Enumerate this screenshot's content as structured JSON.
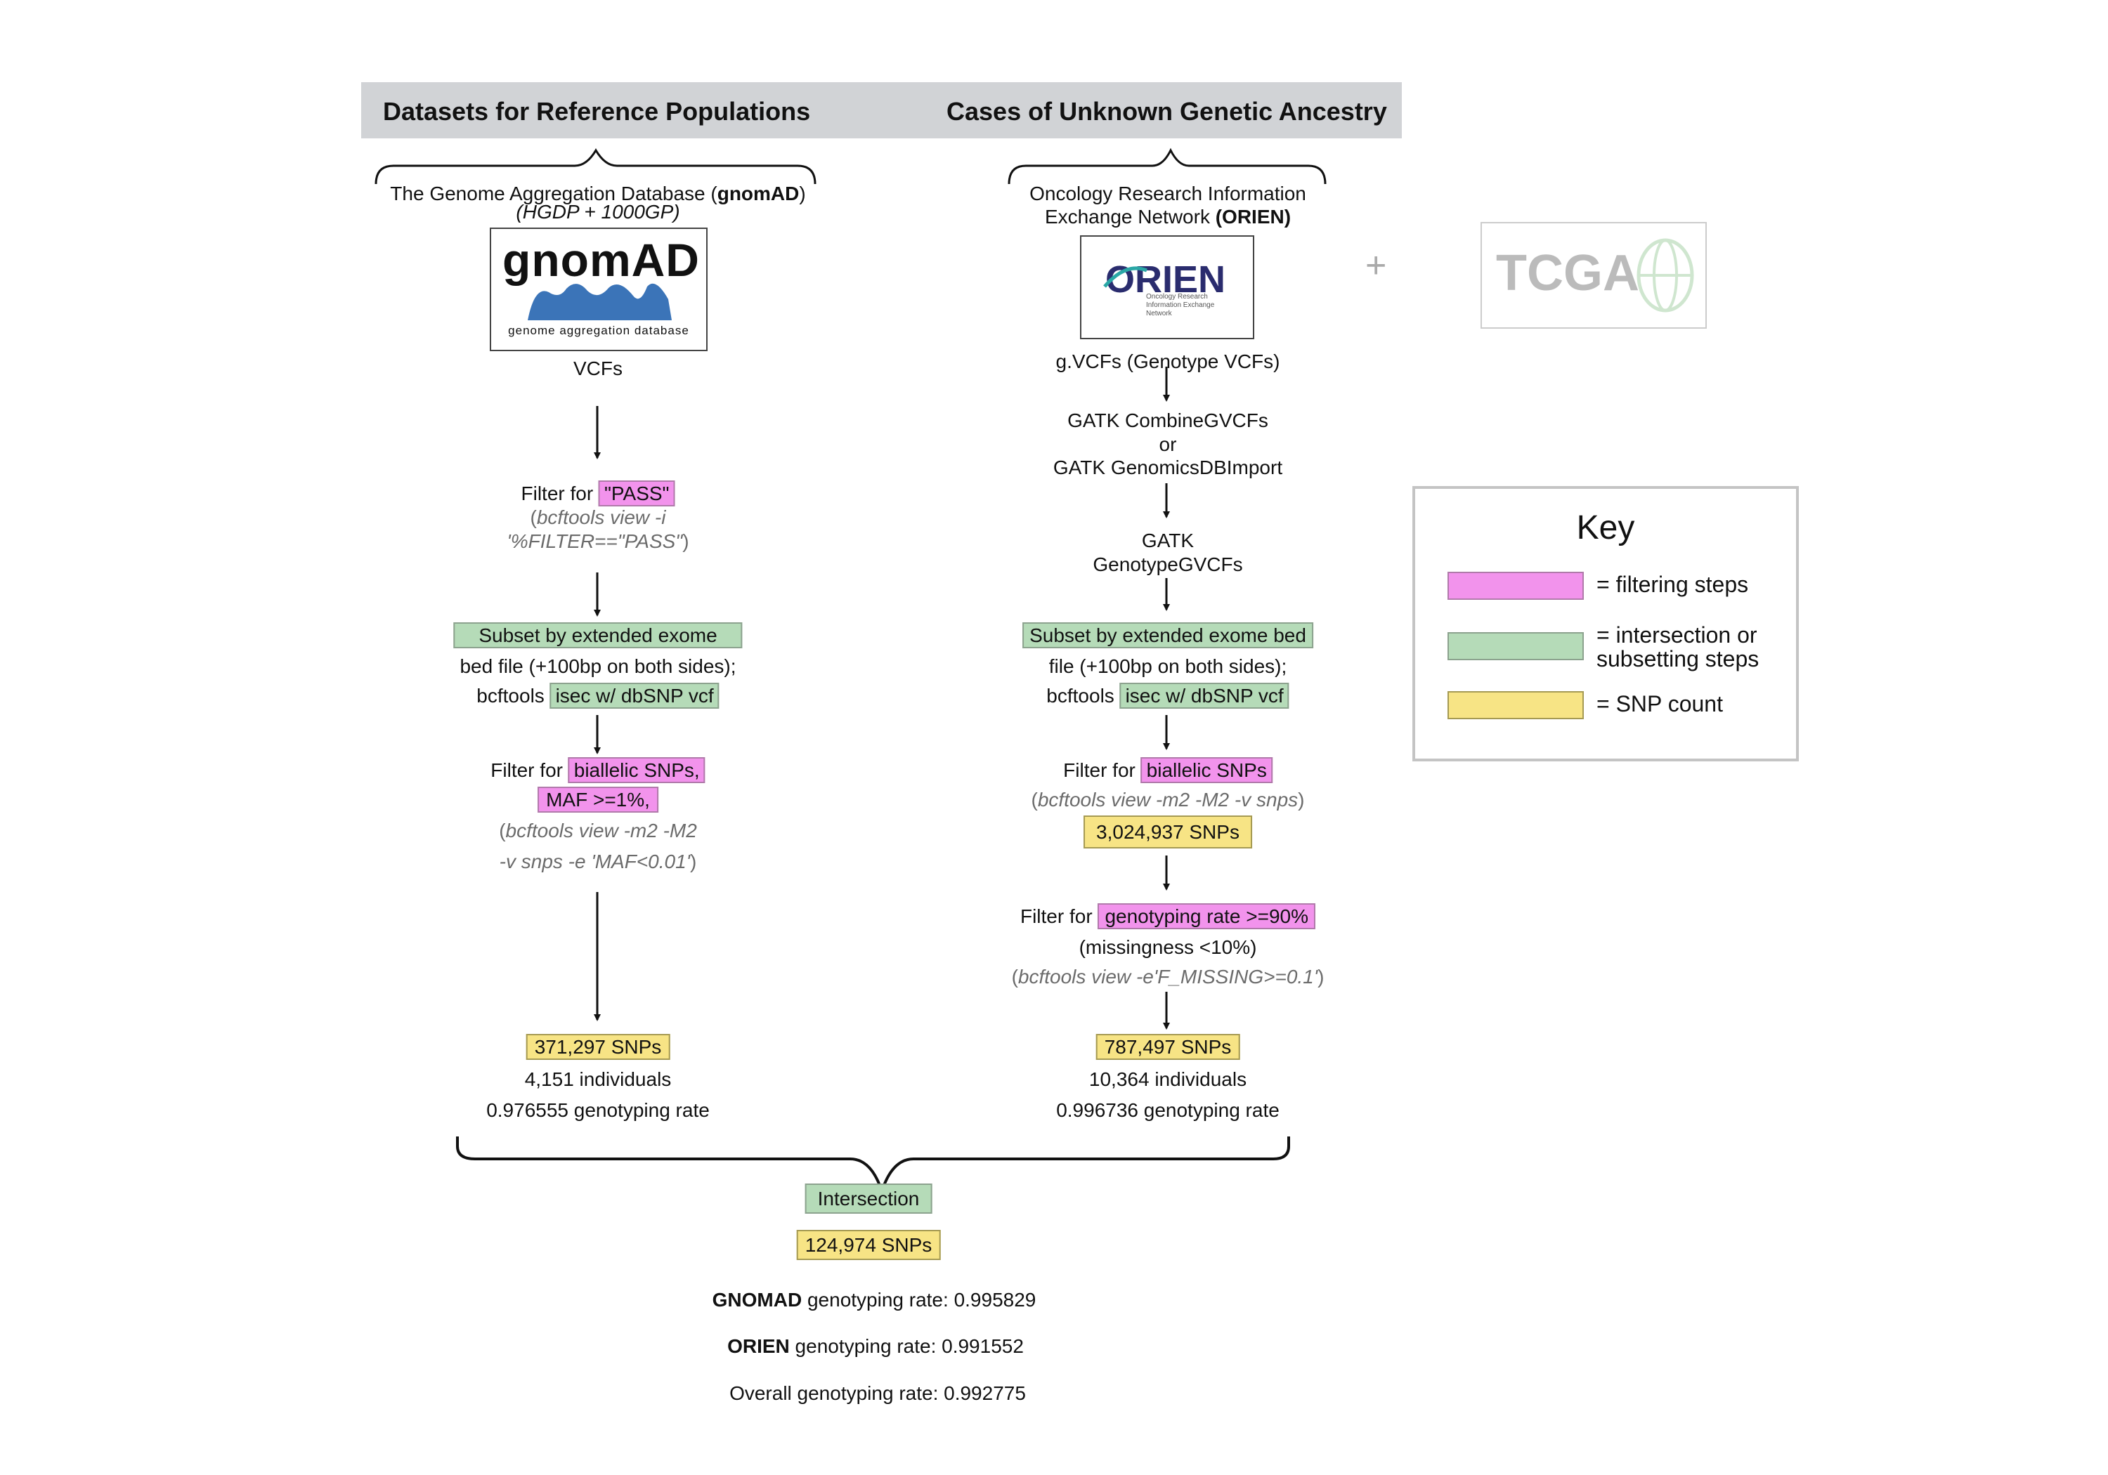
{
  "headers": {
    "left": "Datasets for Reference Populations",
    "right": "Cases of Unknown Genetic Ancestry"
  },
  "colors": {
    "filtering": "#f293ec",
    "intersection": "#b5dbb8",
    "snp_count": "#f7e485",
    "header_band": "#d1d3d6"
  },
  "left": {
    "source_pre": "The Genome Aggregation Database (",
    "source_bold": "gnomAD",
    "source_post": ")",
    "source_sub": "(HGDP + 1000GP)",
    "logo_word": "gnomAD",
    "logo_sub": "genome aggregation database",
    "vcfs": "VCFs",
    "filter_pass_pre": "Filter for ",
    "filter_pass_hl": "\"PASS\"",
    "filter_pass_cmd1_paren": "(",
    "filter_pass_cmd1": "bcftools view -i",
    "filter_pass_cmd2": "'%FILTER==\"PASS\"",
    "filter_pass_cmd2_paren": ")",
    "subset_hl": "Subset by extended exome",
    "subset_line2": "bed file (+100bp on both sides);",
    "subset_line3_pre": "bcftools ",
    "subset_line3_hl": "isec w/ dbSNP vcf",
    "filter_bi_pre": "Filter for ",
    "filter_bi_hl1": "biallelic SNPs,",
    "filter_bi_hl2": "MAF >=1%,",
    "filter_bi_cmd1": "bcftools view -m2 -M2",
    "filter_bi_cmd2": "-v snps -e 'MAF<0.01'",
    "snps": "371,297 SNPs",
    "individuals": "4,151 individuals",
    "rate": "0.976555 genotyping rate"
  },
  "right": {
    "source_line1": "Oncology Research Information",
    "source_line2_pre": "Exchange Network ",
    "source_line2_bold": "(ORIEN)",
    "logo_word": "ORIEN",
    "logo_sub": "Oncology Research Information Exchange Network",
    "gvcfs": "g.VCFs (Genotype VCFs)",
    "combine_1": "GATK CombineGVCFs",
    "combine_2": "or",
    "combine_3": "GATK GenomicsDBImport",
    "genotype_1": "GATK",
    "genotype_2": "GenotypeGVCFs",
    "subset_hl": "Subset by extended exome bed",
    "subset_line2": "file (+100bp on both sides);",
    "subset_line3_pre": "bcftools ",
    "subset_line3_hl": "isec w/ dbSNP vcf",
    "filter_bi_pre": "Filter for ",
    "filter_bi_hl": "biallelic SNPs",
    "filter_bi_cmd": "bcftools view -m2 -M2 -v snps",
    "snps_1": "3,024,937 SNPs",
    "filter_gr_pre": "Filter for ",
    "filter_gr_hl": "genotyping rate >=90%",
    "filter_gr_line2": "(missingness <10%)",
    "filter_gr_cmd": "bcftools view -e'F_MISSING>=0.1'",
    "snps_2": "787,497 SNPs",
    "individuals": "10,364 individuals",
    "rate": "0.996736 genotyping rate"
  },
  "tcga": {
    "plus": "+",
    "logo_word": "TCGA"
  },
  "bottom": {
    "intersection": "Intersection",
    "snps": "124,974 SNPs",
    "gnomad_bold": "GNOMAD",
    "gnomad_rate": " genotyping rate: 0.995829",
    "orien_bold": "ORIEN",
    "orien_rate": " genotyping rate: 0.991552",
    "overall": "Overall genotyping rate: 0.992775"
  },
  "key": {
    "title": "Key",
    "items": [
      {
        "label": "= filtering steps",
        "color": "#f293ec"
      },
      {
        "label": "= intersection or",
        "label2": "subsetting steps",
        "color": "#b5dbb8"
      },
      {
        "label": "= SNP count",
        "color": "#f7e485"
      }
    ]
  }
}
